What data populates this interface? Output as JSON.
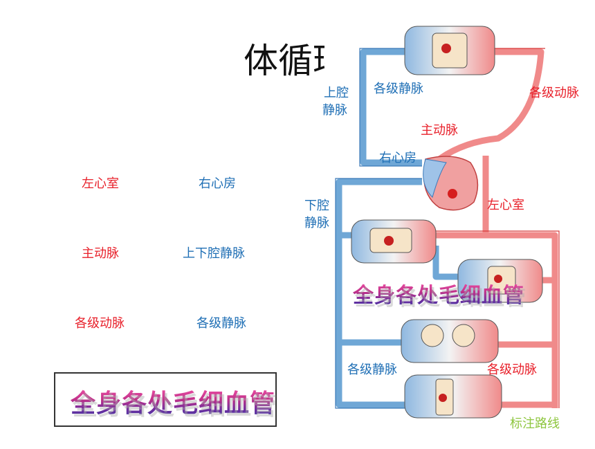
{
  "slide": {
    "title": "体循环",
    "left_labels": {
      "left_ventricle": "左心室",
      "right_atrium": "右心房",
      "aorta": "主动脉",
      "vena_cava": "上下腔静脉",
      "arteries": "各级动脉",
      "veins": "各级静脉"
    },
    "box_label": "全身各处毛细血管",
    "route_label": "标注路线"
  },
  "diagram": {
    "superior_vena_cava_line1": "上腔",
    "superior_vena_cava_line2": "静脉",
    "veins_top": "各级静脉",
    "arteries_top": "各级动脉",
    "aorta": "主动脉",
    "right_atrium": "右心房",
    "inferior_vena_cava_line1": "下腔",
    "inferior_vena_cava_line2": "静脉",
    "left_ventricle": "左心室",
    "capillaries": "全身各处毛细血管",
    "veins_bottom": "各级静脉",
    "arteries_bottom": "各级动脉"
  },
  "colors": {
    "artery": "#e8202a",
    "vein": "#1f6fb5",
    "route": "#8ec63f"
  }
}
